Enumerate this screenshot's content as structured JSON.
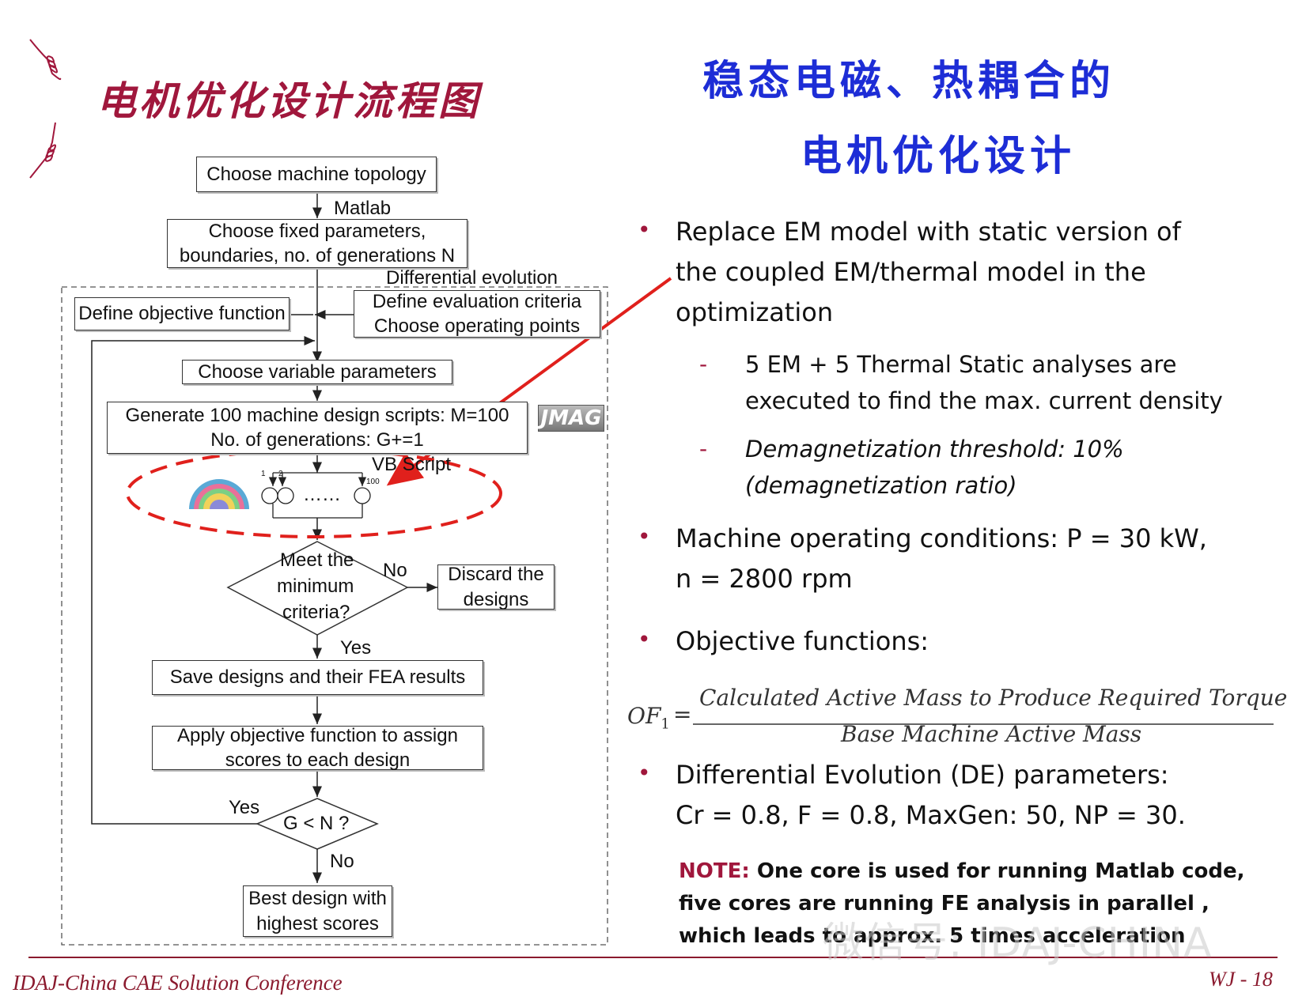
{
  "title_left": "电机优化设计流程图",
  "title_right_line1": "稳态电磁、热耦合的",
  "title_right_line2": "电机优化设计",
  "flow": {
    "topology": "Choose machine topology",
    "matlab": "Matlab",
    "fixed_params_line1": "Choose fixed parameters,",
    "fixed_params_line2": "boundaries, no. of generations N",
    "differential_evolution": "Differential evolution",
    "objective_fn": "Define objective function",
    "eval_line1": "Define evaluation criteria",
    "eval_line2": "Choose operating points",
    "variable_params": "Choose variable parameters",
    "generate_line1": "Generate 100 machine design scripts: M=100",
    "generate_line2": "No. of generations: G+=1",
    "jmag": "JMAG",
    "vb_script": "VB Script",
    "dots": "……",
    "src_label_1": "1",
    "src_label_2": "2",
    "src_label_100": "100",
    "diamond1_line1": "Meet the",
    "diamond1_line2": "minimum",
    "diamond1_line3": "criteria?",
    "no_label_1": "No",
    "discard_line1": "Discard the",
    "discard_line2": "designs",
    "yes_label_1": "Yes",
    "save": "Save designs and their FEA results",
    "apply_line1": "Apply objective function to assign",
    "apply_line2": "scores to each design",
    "yes_label_2": "Yes",
    "diamond2": "G < N ?",
    "no_label_2": "No",
    "best_line1": "Best design with",
    "best_line2": "highest scores"
  },
  "bullets": {
    "b1_line1": "Replace EM model with static version of",
    "b1_line2": "the coupled EM/thermal model in the",
    "b1_line3": "optimization",
    "s1_line1": "5 EM + 5 Thermal Static analyses are",
    "s1_line2": "executed to find the max. current density",
    "s2_line1": "Demagnetization threshold: 10%",
    "s2_line2": "(demagnetization ratio)",
    "b2_line1": "Machine operating conditions: P = 30 kW,",
    "b2_line2": "n = 2800 rpm",
    "b3": "Objective functions:",
    "b4_line1": "Differential Evolution (DE) parameters:",
    "b4_line2": "Cr = 0.8, F = 0.8, MaxGen: 50, NP = 30."
  },
  "formula": {
    "lhs": "OF",
    "lhs_sub": "1",
    "equals": "=",
    "numerator": "Calculated Active Mass to Produce Required Torque",
    "denominator": "Base Machine Active Mass"
  },
  "note": {
    "label": "NOTE:",
    "text": " One core is used for running Matlab code, five cores are running FE analysis in parallel , which leads to approx. 5 times acceleration"
  },
  "footer_left": "IDAJ-China CAE Solution Conference",
  "footer_right": "WJ - 18",
  "watermark": "微信号: IDAJ-CHINA",
  "colors": {
    "title_left": "#a0173c",
    "title_right": "#1d2dd6",
    "accent": "#a0173c",
    "arrow": "#e0201c"
  }
}
